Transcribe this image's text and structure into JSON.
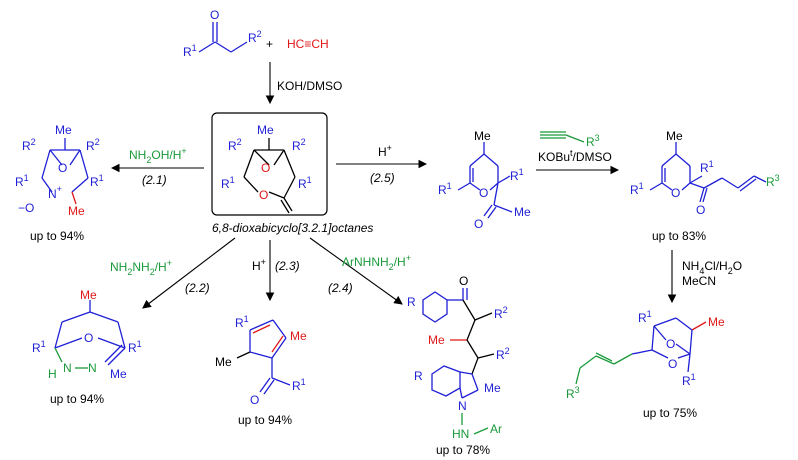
{
  "top": {
    "r1": "R",
    "r1_sup": "1",
    "r2": "R",
    "r2_sup": "2",
    "oxygen": "O",
    "plus": "+",
    "acetylene": "HC≡CH",
    "conditions": "KOH/DMSO"
  },
  "center": {
    "caption": "6,8-dioxabicyclo[3.2.1]octanes",
    "me": "Me",
    "o": "O",
    "r": "R",
    "sup1": "1",
    "sup2": "2"
  },
  "reactions": [
    {
      "id": "2.1",
      "label": "(2.1)",
      "reagent_a": "NH",
      "reagent_sub": "2",
      "reagent_b": "OH/H",
      "reagent_sup": "+",
      "yield": "up to 94%"
    },
    {
      "id": "2.2",
      "label": "(2.2)",
      "reagent": "NH",
      "reagent_sub": "2",
      "reagent_b": "NH",
      "reagent_sub2": "2",
      "reagent_c": "/H",
      "reagent_sup": "+",
      "yield": "up to 94%"
    },
    {
      "id": "2.3",
      "label": "(2.3)",
      "reagent": "H",
      "reagent_sup": "+",
      "yield": "up to 94%"
    },
    {
      "id": "2.4",
      "label": "(2.4)",
      "reagent": "ArNHNH",
      "reagent_sub": "2",
      "reagent_b": "/H",
      "reagent_sup": "+",
      "yield": "up to 78%"
    },
    {
      "id": "2.5",
      "label": "(2.5)",
      "reagent": "H",
      "reagent_sup": "+"
    }
  ],
  "right": {
    "alkyne_r3": "R",
    "alkyne_sup": "3",
    "cond_a": "KOBu",
    "cond_sup": "t",
    "cond_b": "/DMSO",
    "yield_top": "up to 83%",
    "cond2_a": "NH",
    "cond2_sub": "4",
    "cond2_b": "Cl/H",
    "cond2_sub2": "2",
    "cond2_c": "O",
    "cond2_line2": "MeCN",
    "yield_bottom": "up to 75%"
  },
  "atoms": {
    "me": "Me",
    "o": "O",
    "n": "N",
    "h": "H",
    "hn": "HN",
    "ar": "Ar",
    "r": "R",
    "minus_o": "−O",
    "plus": "+"
  }
}
